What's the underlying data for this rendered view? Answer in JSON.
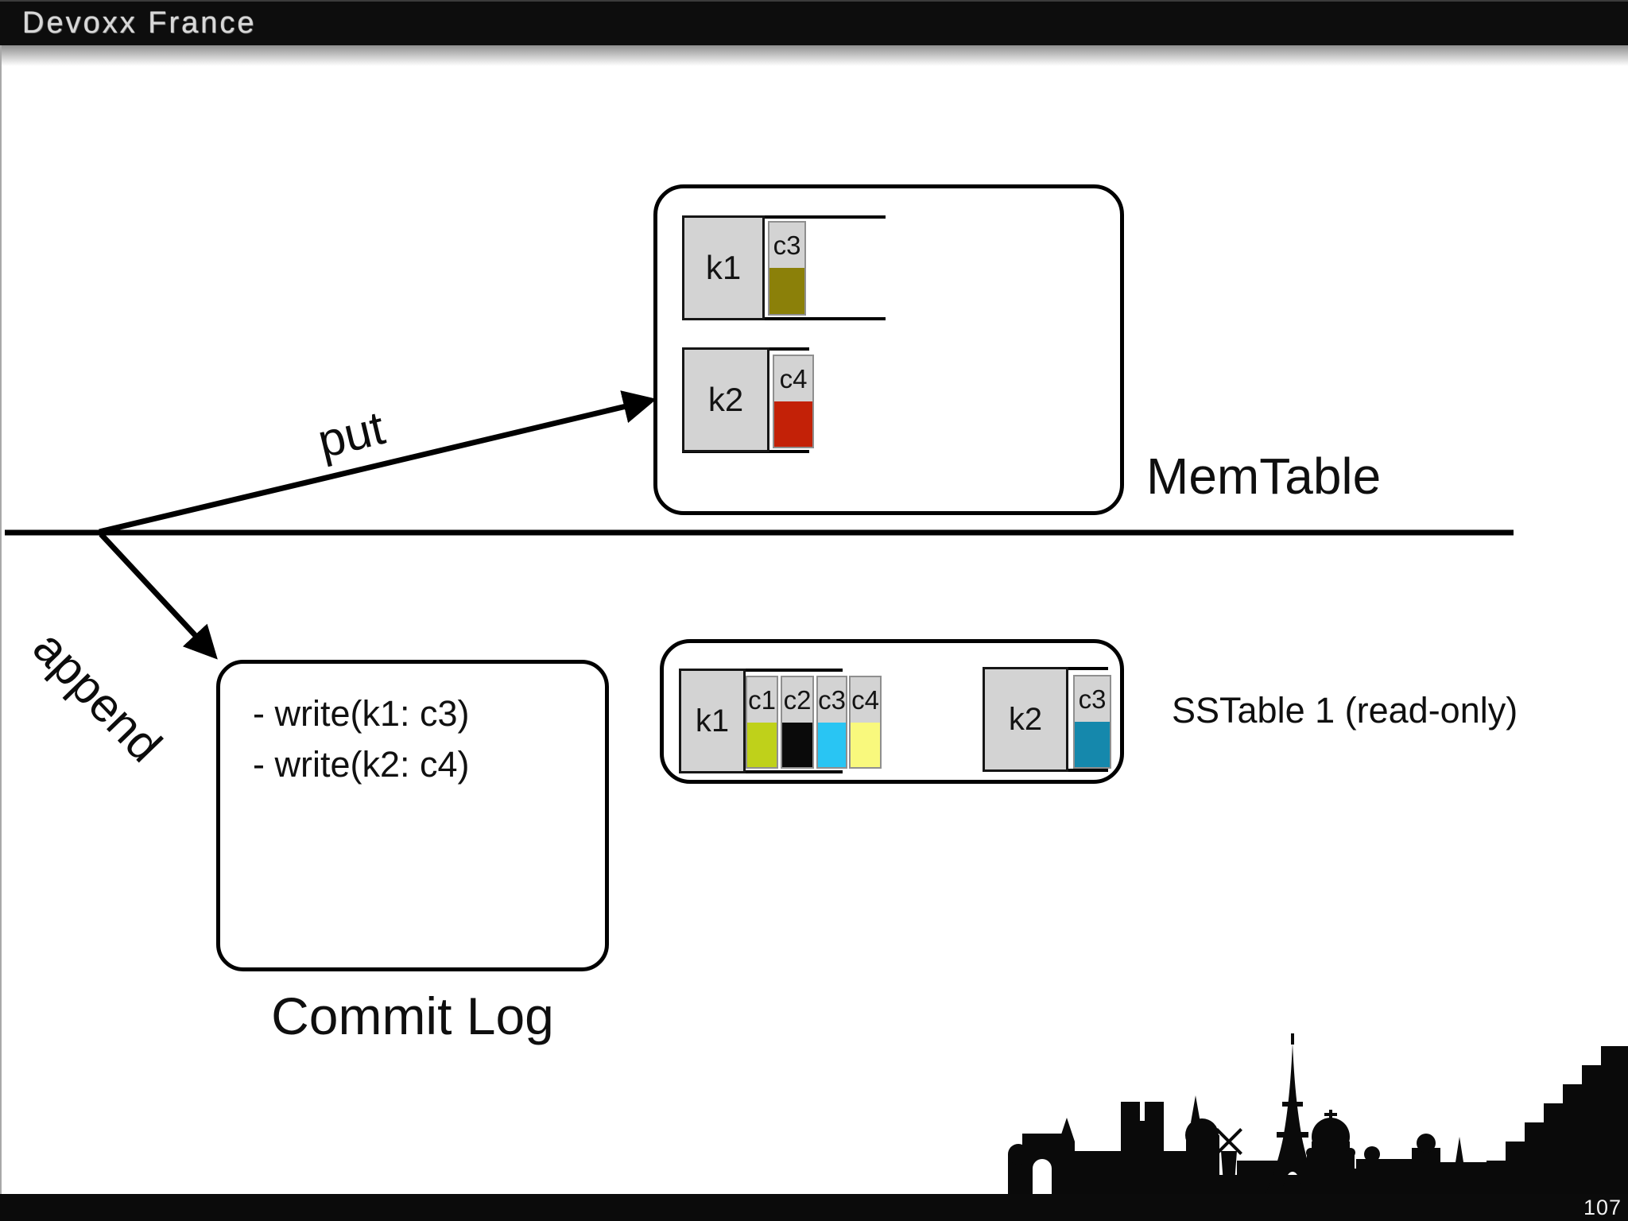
{
  "header": {
    "brand": "Devoxx France"
  },
  "arrows": {
    "put_label": "put",
    "append_label": "append"
  },
  "memtable": {
    "label": "MemTable",
    "rows": [
      {
        "key": "k1",
        "columns": [
          {
            "name": "c3",
            "color": "#8b8009"
          }
        ]
      },
      {
        "key": "k2",
        "columns": [
          {
            "name": "c4",
            "color": "#c32107"
          }
        ]
      }
    ]
  },
  "commit_log": {
    "label": "Commit Log",
    "entries": [
      "- write(k1: c3)",
      "- write(k2: c4)"
    ]
  },
  "sstable": {
    "label": "SSTable 1 (read-only)",
    "groups": [
      {
        "key": "k1",
        "columns": [
          {
            "name": "c1",
            "color": "#bfd11a"
          },
          {
            "name": "c2",
            "color": "#0a0a0a"
          },
          {
            "name": "c3",
            "color": "#29c5f3"
          },
          {
            "name": "c4",
            "color": "#f9f97d"
          }
        ]
      },
      {
        "key": "k2",
        "columns": [
          {
            "name": "c3",
            "color": "#1588ac"
          }
        ]
      }
    ]
  },
  "footer": {
    "page_number": "107"
  },
  "icons": {
    "skyline": "paris-skyline-silhouette"
  },
  "colors": {
    "cell_gray": "#d3d3d3",
    "ink": "#000000",
    "header_bg": "#0d0d0d"
  }
}
